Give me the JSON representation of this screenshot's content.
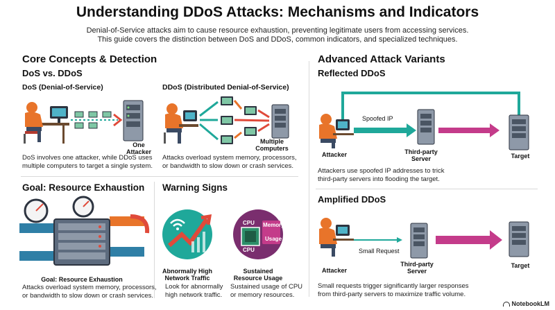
{
  "header": {
    "title": "Understanding DDoS Attacks: Mechanisms and Indicators",
    "subtitle_line1": "Denial-of-Service attacks aim to cause resource exhaustion, preventing legitimate users from accessing services.",
    "subtitle_line2": "This guide covers the distinction between DoS and DDoS, common indicators, and specialized techniques."
  },
  "core": {
    "title": "Core Concepts & Detection",
    "dos_vs_ddos": "DoS vs. DDoS",
    "dos": {
      "heading": "DoS (Denial-of-Service)",
      "label_line1": "One",
      "label_line2": "Attacker",
      "desc_line1": "DoS involves one attacker, while DDoS uses",
      "desc_line2": "multiple computers to target a single system."
    },
    "ddos": {
      "heading": "DDoS (Distributed Denial-of-Service)",
      "label_line1": "Multiple",
      "label_line2": "Computers",
      "desc_line1": "Attacks overload system memory, processors,",
      "desc_line2": "or bandwidth to slow down or crash services."
    }
  },
  "exhaustion": {
    "title": "Goal: Resource Exhaustion",
    "label": "Goal: Resource Exhaustion",
    "desc_line1": "Attacks overload system memory, processors,",
    "desc_line2": "or bandwidth to slow down or crash services."
  },
  "warning": {
    "title": "Warning Signs",
    "traffic": {
      "label_line1": "Abnormally High",
      "label_line2": "Network Traffic",
      "desc_line1": "Look for abnormally",
      "desc_line2": "high network traffic."
    },
    "resource": {
      "chip_top": "CPU",
      "chip_bottom": "CPU",
      "memory": "Memory",
      "usage": "Usage",
      "label_line1": "Sustained",
      "label_line2": "Resource Usage",
      "desc_line1": "Sustained usage of CPU",
      "desc_line2": "or memory resources."
    }
  },
  "advanced": {
    "title": "Advanced Attack Variants",
    "reflected": {
      "heading": "Reflected DDoS",
      "spoofed": "Spoofed IP",
      "attacker": "Attacker",
      "third_line1": "Third-party",
      "third_line2": "Server",
      "target": "Target",
      "desc_line1": "Attackers use spoofed IP addresses to trick",
      "desc_line2": "third-party servers into flooding the target."
    },
    "amplified": {
      "heading": "Amplified DDoS",
      "small_request": "Small Request",
      "attacker": "Attacker",
      "third_line1": "Third-party",
      "third_line2": "Server",
      "target": "Target",
      "desc_line1": "Small requests trigger significantly larger responses",
      "desc_line2": "from third-party servers to maximize traffic volume."
    }
  },
  "brand": "NotebookLM",
  "colors": {
    "teal": "#1fa89a",
    "magenta": "#c43b8a",
    "orange": "#e8742a",
    "server": "#8e99a8",
    "pipe": "#2f7fa6"
  }
}
